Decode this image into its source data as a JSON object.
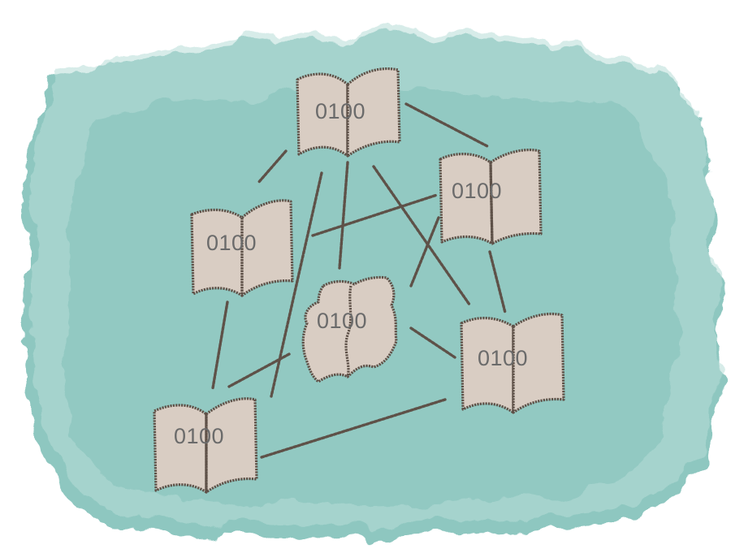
{
  "background_color": "#ffffff",
  "wash_color": "#8ec7c0",
  "book_color": "#d9cdc3",
  "ink_color": "#5e5148",
  "label_color": "#6b6b6b",
  "nodes": [
    {
      "id": "top",
      "label": "0100",
      "shape": "open-book"
    },
    {
      "id": "right",
      "label": "0100",
      "shape": "open-book"
    },
    {
      "id": "left",
      "label": "0100",
      "shape": "open-book"
    },
    {
      "id": "center",
      "label": "0100",
      "shape": "torn-book"
    },
    {
      "id": "bottom-right",
      "label": "0100",
      "shape": "open-book"
    },
    {
      "id": "bottom-left",
      "label": "0100",
      "shape": "open-book"
    }
  ]
}
